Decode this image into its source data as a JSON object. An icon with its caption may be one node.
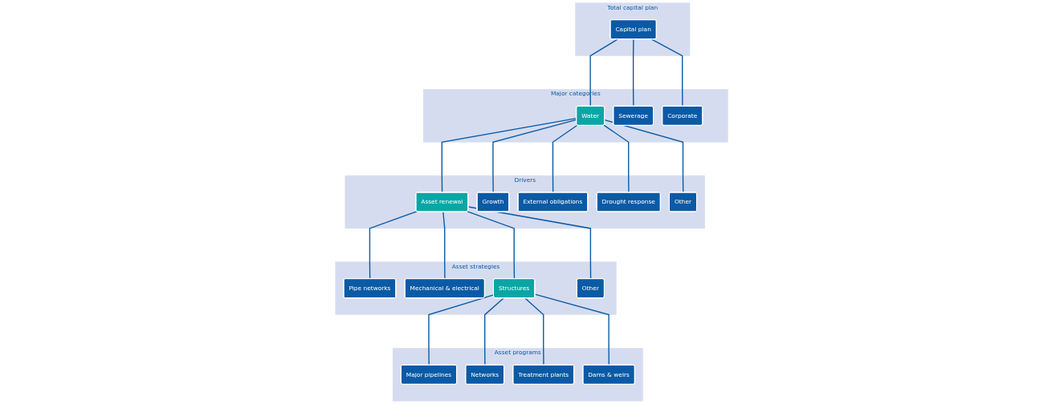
{
  "diagram": {
    "nodes": [
      {
        "text": [
          "Total capital plan"
        ]
      },
      {
        "text": [
          "Capital plan"
        ],
        "in": 0
      },
      {
        "text": [
          "Major categories"
        ]
      },
      {
        "text": [
          "Water"
        ],
        "in": 2
      },
      {
        "text": [
          "Sewerage"
        ],
        "in": 2
      },
      {
        "text": [
          "Corporate"
        ],
        "in": 2
      },
      {
        "text": [
          "Drivers"
        ]
      },
      {
        "text": [
          "Asset renewal"
        ],
        "in": 6
      },
      {
        "text": [
          "Growth"
        ],
        "in": 6
      },
      {
        "text": [
          "External obligations"
        ],
        "in": 6
      },
      {
        "text": [
          "Drought response"
        ],
        "in": 6
      },
      {
        "text": [
          "Other"
        ],
        "in": 6
      },
      {
        "text": [
          "Asset strategies"
        ]
      },
      {
        "text": [
          "Pipe networks"
        ],
        "in": 12
      },
      {
        "text": [
          "Mechanical & electrical"
        ],
        "in": 12
      },
      {
        "text": [
          "Structures"
        ],
        "in": 12
      },
      {
        "text": [
          "Other"
        ],
        "in": 12
      },
      {
        "text": [
          "Asset programs"
        ]
      },
      {
        "text": [
          "Major pipelines"
        ],
        "in": 17
      },
      {
        "text": [
          "Networks"
        ],
        "in": 17
      },
      {
        "text": [
          "Treatment plants"
        ],
        "in": 17
      },
      {
        "text": [
          "Dams & weirs"
        ],
        "in": 17
      }
    ],
    "edges": [
      {
        "from": 1,
        "to": 3,
        "arrow": "none"
      },
      {
        "from": 1,
        "to": 4,
        "arrow": "none"
      },
      {
        "from": 1,
        "to": 5,
        "arrow": "none"
      },
      {
        "from": 3,
        "to": 7,
        "arrow": "none"
      },
      {
        "from": 3,
        "to": 8,
        "arrow": "none"
      },
      {
        "from": 3,
        "to": 9,
        "arrow": "none"
      },
      {
        "from": 3,
        "to": 10,
        "arrow": "none"
      },
      {
        "from": 3,
        "to": 11,
        "arrow": "none"
      },
      {
        "from": 7,
        "to": 13,
        "arrow": "none"
      },
      {
        "from": 7,
        "to": 14,
        "arrow": "none"
      },
      {
        "from": 7,
        "to": 15,
        "arrow": "none"
      },
      {
        "from": 7,
        "to": 16,
        "arrow": "none"
      },
      {
        "from": 15,
        "to": 18,
        "arrow": "none"
      },
      {
        "from": 15,
        "to": 19,
        "arrow": "none"
      },
      {
        "from": 15,
        "to": 20,
        "arrow": "none"
      },
      {
        "from": 15,
        "to": 21,
        "arrow": "none"
      }
    ]
  }
}
